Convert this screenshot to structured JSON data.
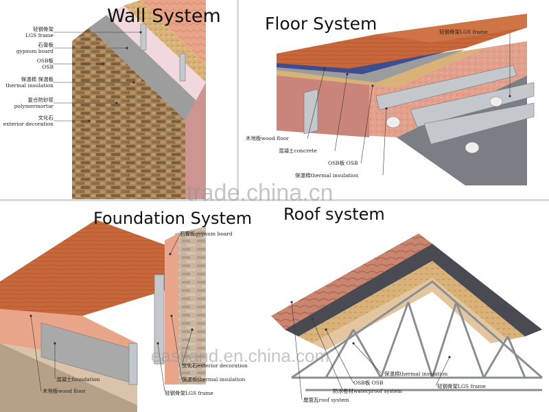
{
  "panels": {
    "wall": {
      "title": "Wall System",
      "labels": [
        {
          "cn": "轻钢骨架",
          "en": "LGS frame"
        },
        {
          "cn": "石膏板",
          "en": "gypsum board"
        },
        {
          "cn": "OSB板",
          "en": "OSB"
        },
        {
          "cn": "保温棉  保温板",
          "en": "thermal insulation"
        },
        {
          "cn": "复合防砂浆",
          "en": "polymermortar"
        },
        {
          "cn": "文化石",
          "en": "exterior decoration"
        }
      ]
    },
    "floor": {
      "title": "Floor System",
      "labels": [
        {
          "text": "轻钢骨架LGS frame"
        },
        {
          "text": "木地板wood floor"
        },
        {
          "text": "混凝土concrete"
        },
        {
          "text": "OSB板 OSB"
        },
        {
          "text": "保温棉thermal insulation"
        }
      ]
    },
    "foundation": {
      "title": "Foundation System",
      "labels": [
        {
          "text": "石膏板gypsum board"
        },
        {
          "text": "文化石exterior decoration"
        },
        {
          "text": "保温板thermal insulation"
        },
        {
          "text": "混凝土foundation"
        },
        {
          "text": "木地板wood floor"
        },
        {
          "text": "轻钢骨架LGS frame"
        }
      ]
    },
    "roof": {
      "title": "Roof system",
      "labels": [
        {
          "text": "保温棉thermal insulation"
        },
        {
          "text": "OSB板 OSB"
        },
        {
          "text": "防水卷材waterproof system"
        },
        {
          "text": "轻钢骨架LGS frame"
        },
        {
          "text": "屋面瓦roof system"
        }
      ]
    }
  },
  "watermarks": {
    "center": "trade.china.cn",
    "bottom": "eastland.en.china.com"
  },
  "colors": {
    "wood": "#c7673a",
    "insulation": "#e9a58a",
    "osb": "#d9b27a",
    "concrete": "#a3a3a3",
    "stone": "#a58257",
    "steel": "#c4c8cc",
    "tile": "#c9856e",
    "membrane": "#4a4a52"
  }
}
